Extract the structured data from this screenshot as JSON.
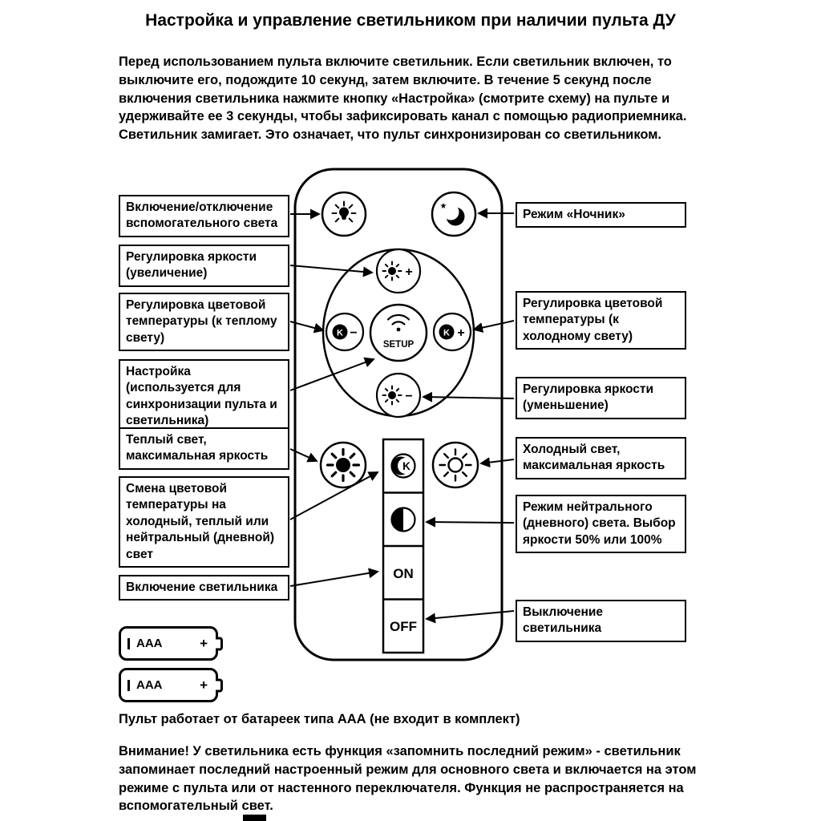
{
  "title": "Настройка и управление светильником при наличии пульта ДУ",
  "intro": "Перед использованием пульта включите светильник. Если светильник включен, то выключите его, подождите 10 секунд, затем включите. В течение 5 секунд после включения светильника нажмите кнопку «Настройка» (смотрите схему) на пульте и удерживайте ее 3 секунды, чтобы зафиксировать канал с помощью радиоприемника. Светильник замигает. Это означает, что пульт синхронизирован со светильником.",
  "left_labels": [
    "Включение/отключение вспомогательного света",
    "Регулировка яркости (увеличение)",
    "Регулировка цветовой температуры (к теплому свету)",
    "Настройка (используется для синхронизации пульта и светильника)",
    "Теплый свет, максимальная яркость",
    "Смена цветовой температуры на холодный, теплый или нейтральный (дневной) свет",
    "Включение светильника"
  ],
  "right_labels": [
    "Режим «Ночник»",
    "Регулировка цветовой температуры (к холодному свету)",
    "Регулировка яркости (уменьшение)",
    "Холодный свет, максимальная яркость",
    "Режим нейтрального (дневного) света. Выбор яркости 50% или 100%",
    "Выключение светильника"
  ],
  "remote": {
    "setup_label": "SETUP",
    "on_label": "ON",
    "off_label": "OFF",
    "k_letter": "K",
    "plus_sign": "+",
    "minus_sign": "−",
    "star": "★"
  },
  "batteries": [
    {
      "label": "AAA",
      "plus": "+"
    },
    {
      "label": "AAA",
      "plus": "+"
    }
  ],
  "battery_note": "Пульт работает от батареек типа ААА (не входит в комплект)",
  "warning": "Внимание! У светильника есть функция «запомнить последний режим» - светильник запоминает последний настроенный режим для основного света и включается на этом режиме с пульта или от настенного переключателя. Функция не распространяется на вспомогательный свет."
}
